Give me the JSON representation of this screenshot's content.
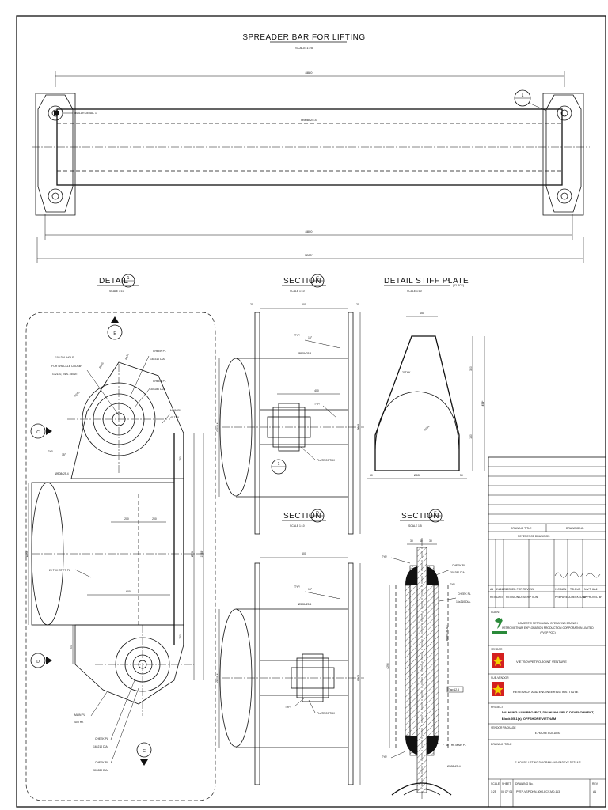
{
  "main_view": {
    "title": "SPREADER BAR FOR LIFTING",
    "scale": "SCALE 1:25",
    "dim_top": "8880",
    "pipe_label": "Ø508x25.4",
    "similar": "SIMILAR DETAIL 1",
    "dim_mid": "8800",
    "dim_bottom": "9280*",
    "detail_marker": "1"
  },
  "detail1": {
    "title": "DETAIL",
    "num": "1",
    "scale": "SCALE 1:10",
    "hole_note": [
      "105 DIA. HOLE",
      "(FOR SHACKLE CROSBY",
      "G-2140, SWL 150MT)"
    ],
    "cheek1": [
      "CHEEK PL",
      "16x310 DIA."
    ],
    "cheek2": [
      "CHEEK PL",
      "30x280 DIA."
    ],
    "main_pl": [
      "MAIN PL",
      "40 THK"
    ],
    "r200": "R200",
    "r155": "R155",
    "r105": "R105",
    "typ": "TYP.",
    "deg": "15°",
    "pipe": "Ø508x25.4",
    "stiff": "20 THK STIFF PL",
    "d200a": "200",
    "d200b": "200",
    "d600": "600",
    "d150a": "150",
    "d150b": "150",
    "d608": "Ø608",
    "d1558": "1558*",
    "d508": "Ø508",
    "d200c": "200",
    "cheek3": [
      "CHEEK PL",
      "16x210 DIA."
    ],
    "cheek4": [
      "CHEEK PL",
      "30x280 DIA."
    ],
    "main_pl2": [
      "MAIN PL",
      "40 THK"
    ],
    "marker_e": "E",
    "marker_c": "C",
    "marker_d": "D",
    "marker_c2": "C"
  },
  "sectionC": {
    "title": "SECTION",
    "letter": "C",
    "scale": "SCALE 1:10",
    "d20a": "20",
    "d600": "600",
    "d20b": "20",
    "typ": "TYP.",
    "deg": "15°",
    "pipe": "Ø508x25.4",
    "d400": "400",
    "typ2": "TYP.",
    "d5084": "Ø508.4",
    "d608": "Ø608",
    "plate": "PLATE 20 THK",
    "marker": "1"
  },
  "stiff_plate": {
    "title": "DETAIL STIFF PLATE",
    "num": "1",
    "qty": "(02 PCS)",
    "scale": "SCALE 1:10",
    "d150": "150",
    "thk": "20THK",
    "d300": "300",
    "d454": "454*",
    "r254": "R254",
    "d150b": "150",
    "d50a": "50",
    "d508": "Ø508",
    "d50b": "50"
  },
  "sectionD": {
    "title": "SECTION",
    "letter": "D",
    "scale": "SCALE 1:10",
    "d600": "600",
    "typ": "TYP.",
    "deg": "15°",
    "pipe": "Ø508x25.4",
    "d508": "Ø508.4",
    "d608": "Ø608",
    "typ2": "TYP.",
    "plate": "PLATE 20 THK"
  },
  "sectionE": {
    "title": "SECTION",
    "letter": "E",
    "scale": "SCALE 1:5",
    "d30a": "30",
    "d40": "40",
    "d30b": "30",
    "typ": "TYP.",
    "cheek1": [
      "CHEEK PL",
      "30x280 DIA."
    ],
    "typ2": "TYP.",
    "cheek2": [
      "CHEEK PL",
      "16x210 DIA."
    ],
    "bore": "BORE HOLE",
    "d4290": "4290",
    "tap": "Tap 12.5",
    "main": "40 THK MAIN PL",
    "typ3": "TYP.",
    "pipe": "Ø508x25.4"
  },
  "title_block": {
    "drawing_title_label": "DRAWING TITLE",
    "drawing_no_label": "DRAWING NO.",
    "reference_label": "REFERENCE DRAWINGS",
    "rev_a": "A1",
    "rev_date": "24/11/20",
    "rev_desc": "ISSUED FOR REVIEW",
    "rev_prep": "H.C.MAN",
    "rev_chk": "T.D.DUC",
    "rev_app": "N.V.THANH",
    "col_rev": "REV",
    "col_date": "DATE",
    "col_desc": "REVISION DESCRIPTION",
    "col_prep": "PREPARED",
    "col_chk": "CHECKED BY",
    "col_app": "APPROVED BY",
    "client_label": "CLIENT",
    "client_l1": "DOMESTIC PETROLEUM OPERATING BRANCH",
    "client_l2": "PETROVIETNAM EXPLORATION PRODUCTION CORPORATION LIMITED",
    "client_l3": "(PVEP POC)",
    "vendor_label": "VENDOR",
    "vendor": "VIETSOVPETRO JOINT VENTURE",
    "sub_label": "SUB-VENDOR",
    "sub": "RESEARCH AND ENGINEERING INSTITUTE",
    "project_label": "PROJECT",
    "project_l1": "DAI HUNG NAM PROJECT, DAI HUNG FIELD DEVELOPMENT,",
    "project_l2": "Block 05-1(a), OFFSHORE VIETNAM",
    "package_label": "VENDOR PACKAGE",
    "package": "E-HOUSE BUILDING",
    "title_label": "DRAWING TITLE",
    "title": "E-HOUSE LIFTING DIAGRAM AND PADEYE DETAILS",
    "scale_label": "SCALE",
    "scale": "1:25",
    "sheet_label": "SHEET",
    "sheet": "03 OF 04",
    "no_label": "DRAWING No.",
    "no": "PVEP-VSP-DHN-3000-ECV-MD-113",
    "revl": "REV",
    "rev": "A1"
  }
}
